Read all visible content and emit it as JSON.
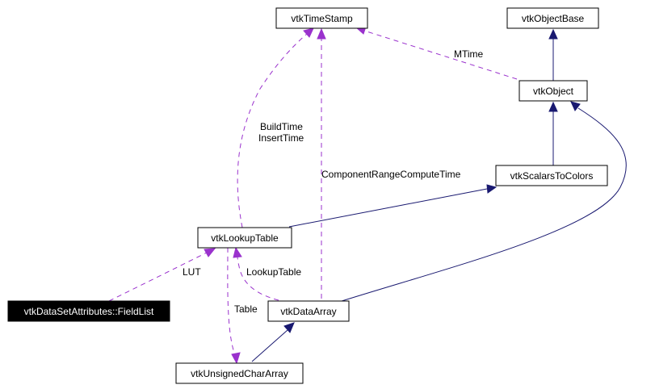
{
  "nodes": {
    "vtkTimeStamp": "vtkTimeStamp",
    "vtkObjectBase": "vtkObjectBase",
    "vtkObject": "vtkObject",
    "vtkScalarsToColors": "vtkScalarsToColors",
    "vtkLookupTable": "vtkLookupTable",
    "fieldList": "vtkDataSetAttributes::FieldList",
    "vtkDataArray": "vtkDataArray",
    "vtkUnsignedCharArray": "vtkUnsignedCharArray"
  },
  "edge_labels": {
    "mtime": "MTime",
    "build_time": "BuildTime",
    "insert_time": "InsertTime",
    "component_range": "ComponentRangeComputeTime",
    "lookup_table": "LookupTable",
    "lut": "LUT",
    "table": "Table"
  },
  "colors": {
    "inheritance_edge": "#191970",
    "usage_edge": "#9a32cd",
    "highlight_node": "#000000"
  }
}
